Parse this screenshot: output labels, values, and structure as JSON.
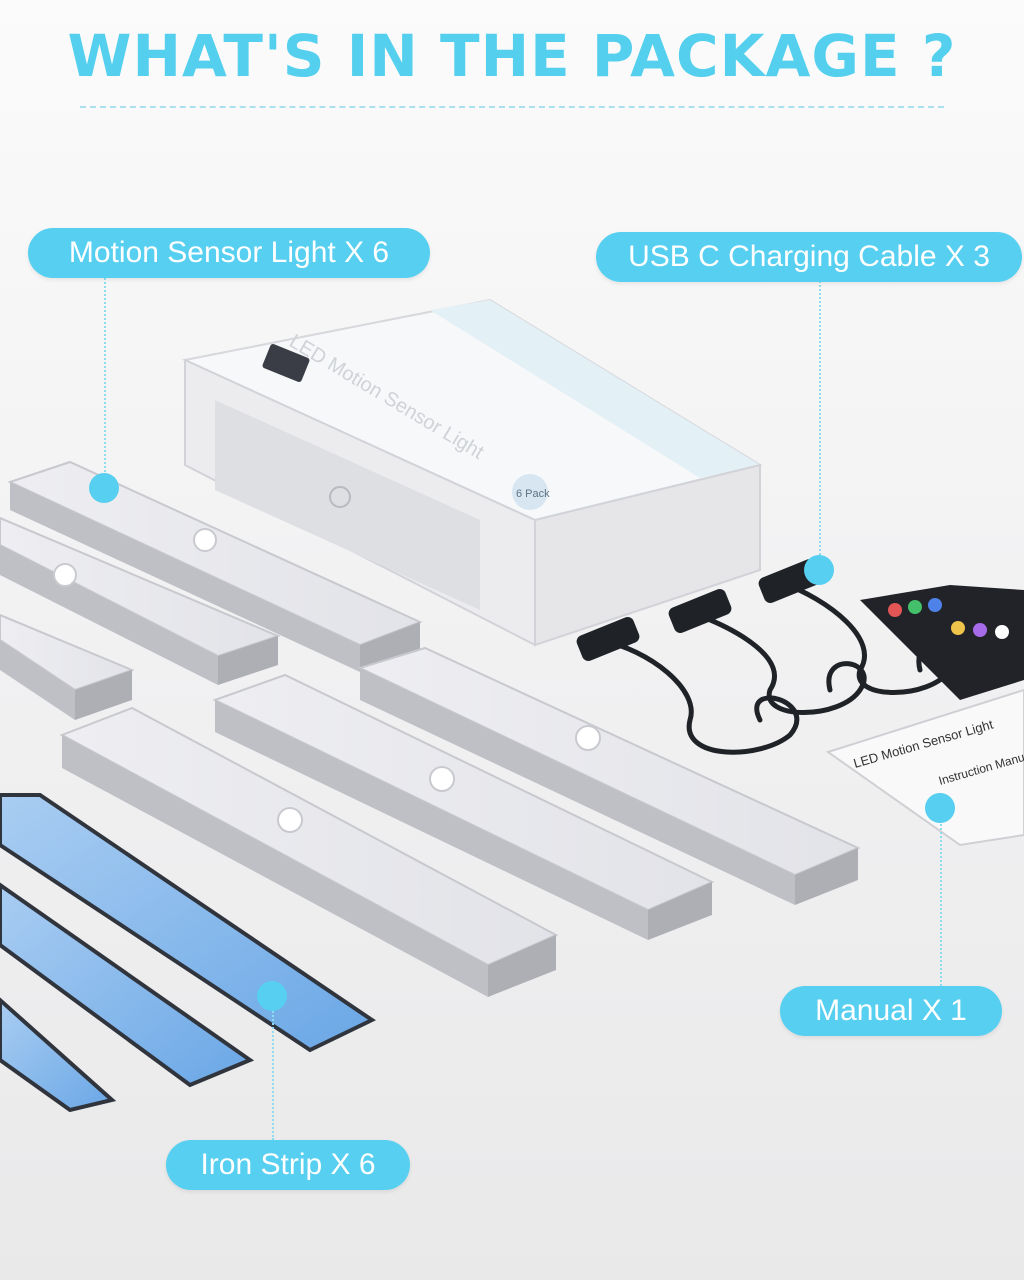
{
  "header": {
    "title": "WHAT'S IN THE PACKAGE ?"
  },
  "labels": {
    "motion_sensor_light": "Motion Sensor Light X 6",
    "usb_cable": "USB C Charging Cable X 3",
    "manual": "Manual X 1",
    "iron_strip": "Iron Strip X 6"
  },
  "box": {
    "name": "LED Motion Sensor Light",
    "pack": "6 Pack"
  },
  "manual_sheet": {
    "title": "LED Motion Sensor Light",
    "subtitle": "Instruction Manual"
  },
  "colors": {
    "accent": "#56cff0",
    "title": "#54d0ee",
    "strip_blue": "#7fb6ec",
    "light_body": "#dcdde2"
  }
}
